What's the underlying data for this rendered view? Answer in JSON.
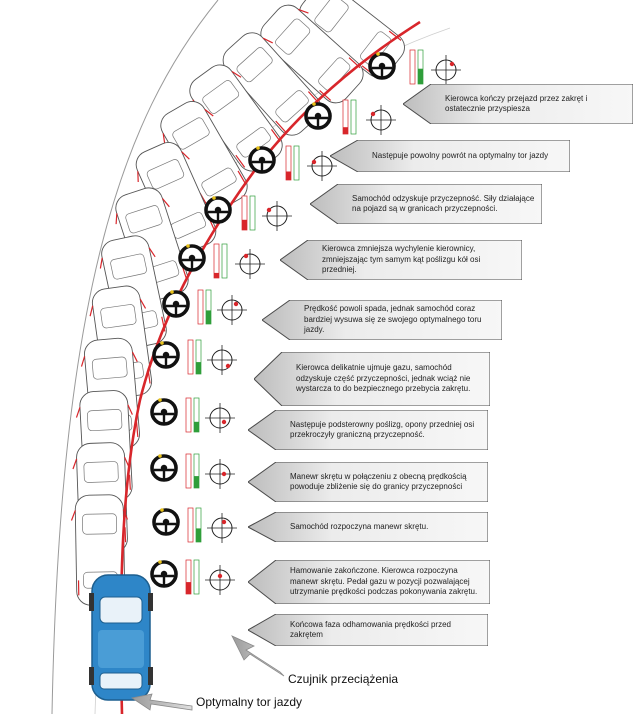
{
  "steps": [
    {
      "text": "Kierowca kończy przejazd przez zakręt i ostatecznie przyspiesza",
      "gauge_top": "green"
    },
    {
      "text": "Następuje powolny powrót na optymalny tor jazdy",
      "gauge_top": "red"
    },
    {
      "text": "Samochód odzyskuje przyczepność. Siły działające na pojazd są w granicach przyczepności.",
      "gauge_top": "red"
    },
    {
      "text": "Kierowca zmniejsza wychylenie kierownicy, zmniejszając tym samym kąt poślizgu kół osi przedniej.",
      "gauge_top": "red"
    },
    {
      "text": "Prędkość powoli spada, jednak samochód coraz bardziej wysuwa się ze swojego optymalnego toru jazdy.",
      "gauge_top": "red"
    },
    {
      "text": "Kierowca delikatnie ujmuje gazu, samochód odzyskuje część przyczepności, jednak wciąż nie wystarcza to do bezpiecznego przebycia zakrętu.",
      "gauge_top": "green"
    },
    {
      "text": "Następuje podsterowny poślizg, opony przedniej osi przekroczyły graniczną przyczepność.",
      "gauge_top": "green"
    },
    {
      "text": "Manewr skrętu w połączeniu z obecną prędkością powoduje zbliżenie się do granicy przyczepności",
      "gauge_top": "green"
    },
    {
      "text": "Samochód rozpoczyna manewr skrętu.",
      "gauge_top": "green"
    },
    {
      "text": "Hamowanie zakończone. Kierowca rozpoczyna manewr skrętu. Pedał gazu w pozycji pozwalającej utrzymanie prędkości podczas pokonywania zakrętu.",
      "gauge_top": "green"
    },
    {
      "text": "Końcowa faza odhamowania prędkości przed zakrętem",
      "gauge_top": "red"
    }
  ],
  "labels": {
    "sensor": "Czujnik przeciążenia",
    "optimal_line": "Optymalny tor jazdy"
  },
  "colors": {
    "ideal_line": "#d8262b",
    "car_outline": "#555555",
    "car_red": "#d8262b",
    "car_blue": "#2e86c8",
    "callout_fill": "#e8e8e8",
    "gauge_green": "#2f9e3a",
    "gauge_red": "#d8262b"
  }
}
